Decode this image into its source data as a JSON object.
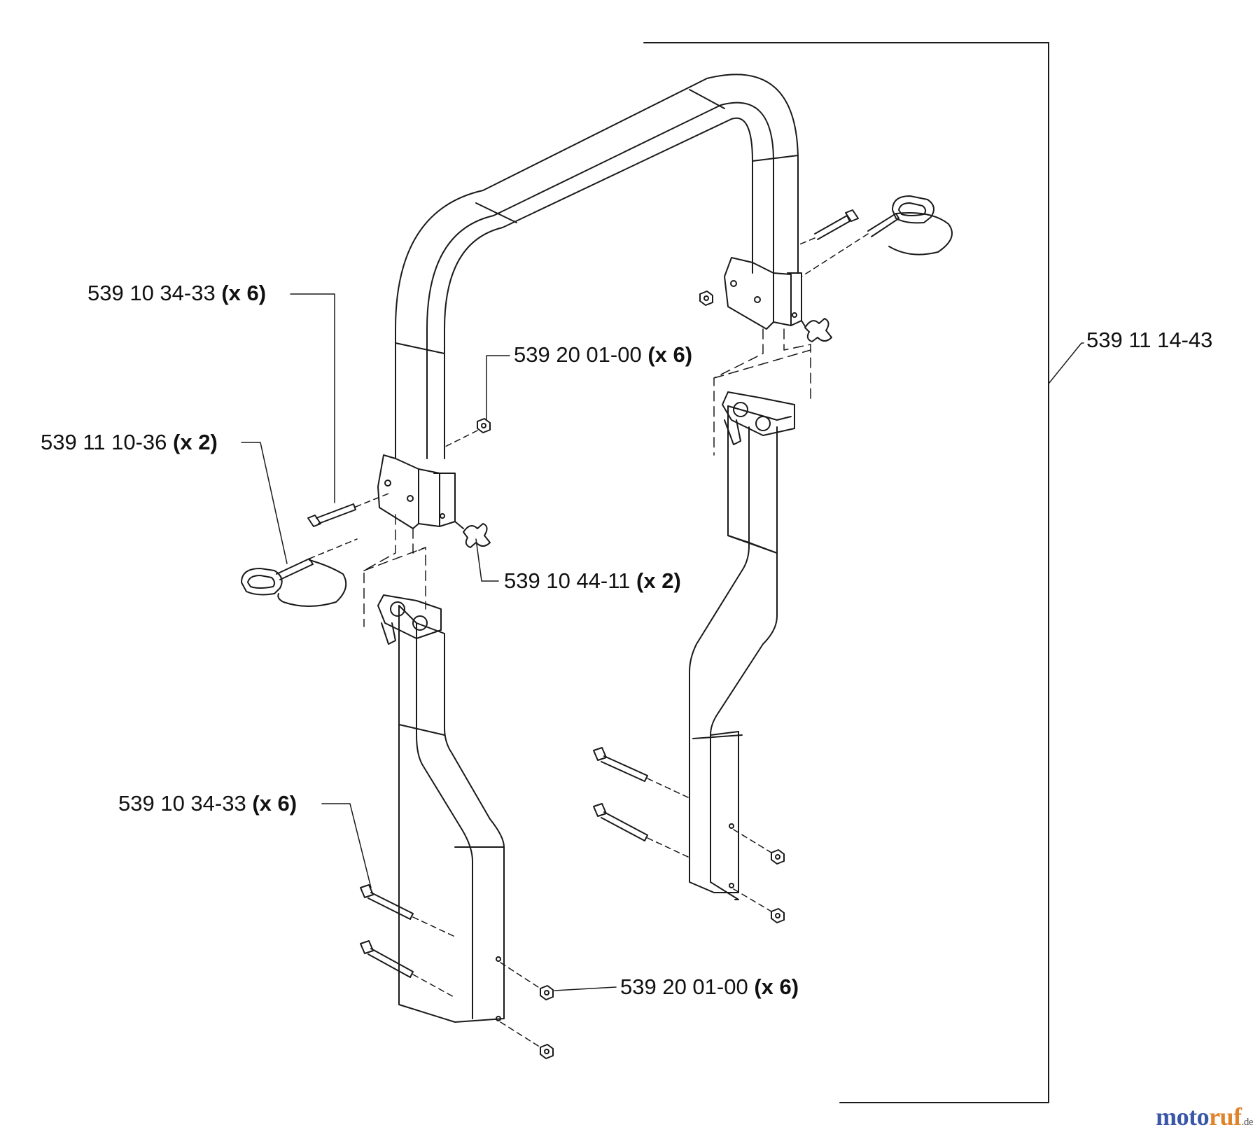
{
  "colors": {
    "ink": "#1a1a1a",
    "background": "#ffffff",
    "wm_blue": "#3a56a8",
    "wm_orange": "#e0822a"
  },
  "callouts": {
    "bolt_upper": {
      "part": "539 10 34-33",
      "qty": "(x 6)"
    },
    "nut_upper": {
      "part": "539 20 01-00",
      "qty": "(x 6)"
    },
    "pin": {
      "part": "539 11 10-36",
      "qty": "(x 2)"
    },
    "knob": {
      "part": "539 10 44-11",
      "qty": "(x 2)"
    },
    "bolt_lower": {
      "part": "539 10 34-33",
      "qty": "(x 6)"
    },
    "nut_lower": {
      "part": "539 20 01-00",
      "qty": "(x 6)"
    },
    "assembly": {
      "part": "539 11 14-43"
    }
  },
  "watermark": {
    "part1": "moto",
    "part2": "ruf",
    "tld": ".de"
  }
}
